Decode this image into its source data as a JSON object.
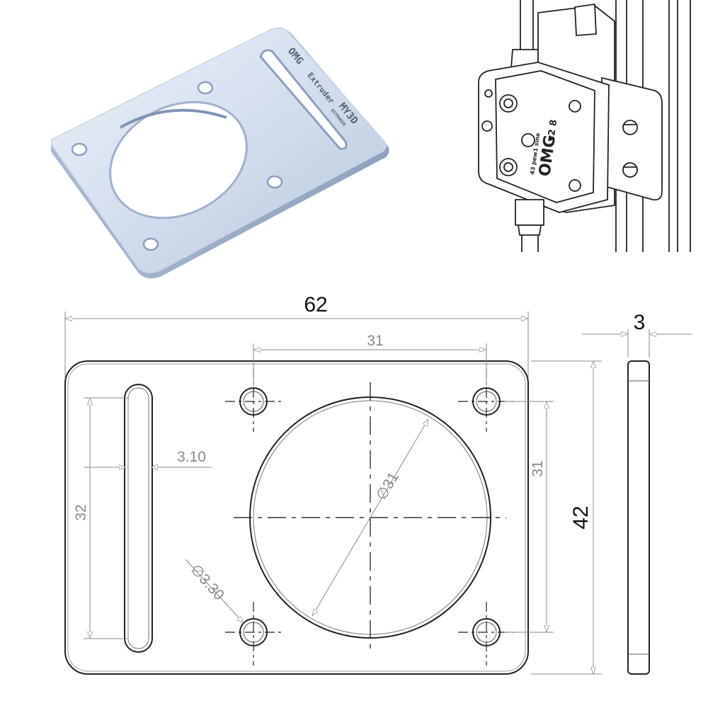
{
  "photo": {
    "engraving_brand": "OMG",
    "engraving_label": "Extruder",
    "engraving_maker": "MY3D",
    "engraving_maker_sub": "DIYMAKER"
  },
  "render": {
    "extruder_brand": "OMG",
    "extruder_model": "v2 8",
    "extruder_sub": "43 pew1 sine"
  },
  "drawing": {
    "width_label": "62",
    "thickness_label": "3",
    "hole_spacing_label": "31",
    "slot_width_label": "3.10",
    "slot_length_label": "32",
    "vertical_spacing_label": "31",
    "height_label": "42",
    "center_hole_diameter_label": "∅31",
    "mount_hole_diameter_label": "∅3.30"
  }
}
